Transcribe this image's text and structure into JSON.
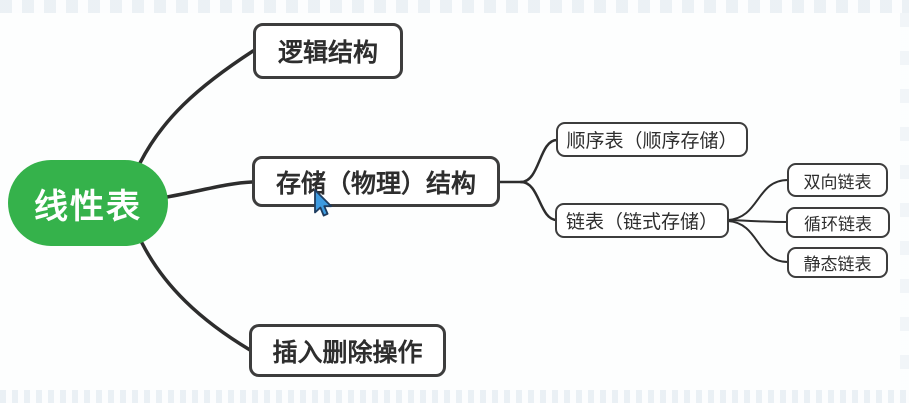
{
  "app": {
    "name": "mind-map-canvas"
  },
  "colors": {
    "canvas_bg": "#fdfefe",
    "stripe": "#e7eef3",
    "root_bg": "#35b24b",
    "root_text": "#ffffff",
    "node_bg": "#ffffff",
    "node_border": "#3d3d3d",
    "node_text": "#2e2e2e",
    "line": "#2d2d2d",
    "cursor_fill": "#3e9be0",
    "cursor_outline": "#1e3c5f"
  },
  "nodes": {
    "root": "线性表",
    "logical": "逻辑结构",
    "storage": "存储（物理）结构",
    "insert": "插入删除操作",
    "sequential": "顺序表（顺序存储）",
    "linked": "链表（链式存储）",
    "doubly": "双向链表",
    "circular": "循环链表",
    "static": "静态链表"
  },
  "cursor": {
    "icon": "arrow-pointer"
  }
}
